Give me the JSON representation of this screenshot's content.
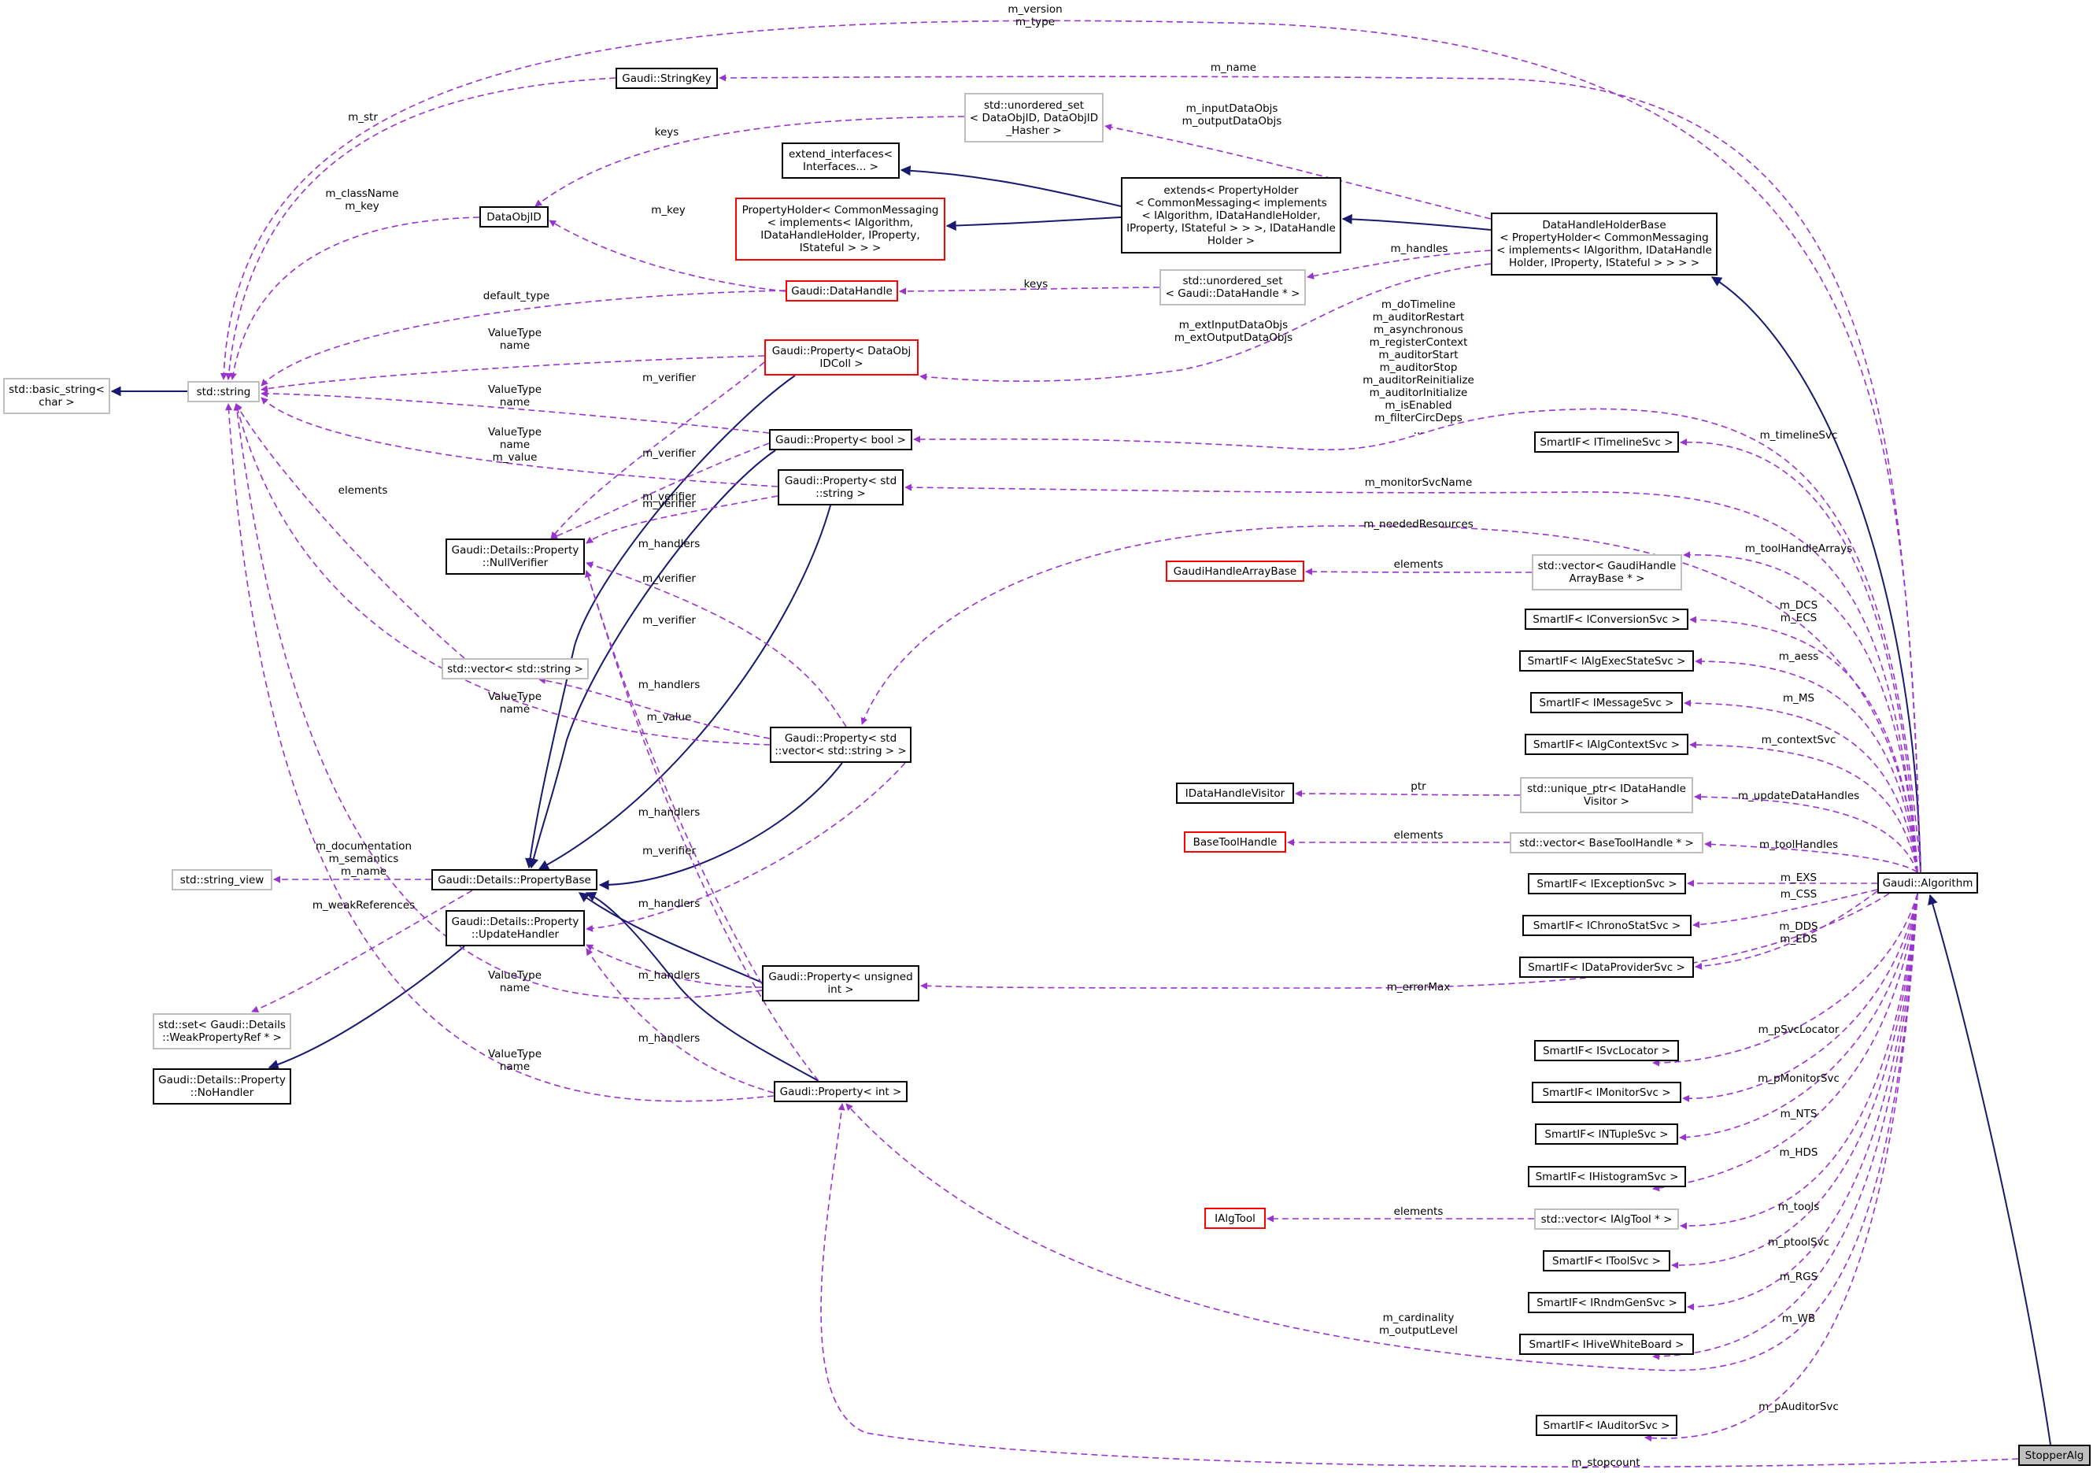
{
  "diagram": {
    "colors": {
      "usage_edge": "#9a32cd",
      "inheritance_edge": "#191970",
      "node_border": "#000000",
      "undocumented_border": "#bfbfbf",
      "hidden_members_border": "#ff0000",
      "current_node_fill": "#bfbfbf"
    },
    "nodes": {
      "stopper_alg": "StopperAlg",
      "gaudi_algorithm": "Gaudi::Algorithm",
      "data_handle_holder_base": "DataHandleHolderBase\n< PropertyHolder< CommonMessaging\n< implements< IAlgorithm, IDataHandle\nHolder, IProperty, IStateful > > > >",
      "extends_property_holder": "extends< PropertyHolder\n< CommonMessaging< implements\n< IAlgorithm, IDataHandleHolder,\nIProperty, IStateful > > >, IDataHandle\nHolder >",
      "extend_interfaces": "extend_interfaces<\nInterfaces... >",
      "property_holder": "PropertyHolder< CommonMessaging\n< implements< IAlgorithm,\nIDataHandleHolder, IProperty,\nIStateful > > >",
      "unordered_set_dataobjid": "std::unordered_set\n< DataObjID, DataObjID\n_Hasher >",
      "unordered_set_datahandle": "std::unordered_set\n< Gaudi::DataHandle * >",
      "string_key": "Gaudi::StringKey",
      "data_obj_id": "DataObjID",
      "data_handle": "Gaudi::DataHandle",
      "std_string": "std::string",
      "basic_string": "std::basic_string<\nchar >",
      "prop_dataobj_idcoll": "Gaudi::Property< DataObj\nIDColl >",
      "prop_bool": "Gaudi::Property< bool >",
      "prop_std_string": "Gaudi::Property< std\n::string >",
      "null_verifier": "Gaudi::Details::Property\n::NullVerifier",
      "vector_string": "std::vector< std::string >",
      "prop_vector_string": "Gaudi::Property< std\n::vector< std::string > >",
      "property_base": "Gaudi::Details::PropertyBase",
      "string_view": "std::string_view",
      "update_handler": "Gaudi::Details::Property\n::UpdateHandler",
      "set_weak_ref": "std::set< Gaudi::Details\n::WeakPropertyRef * >",
      "no_handler": "Gaudi::Details::Property\n::NoHandler",
      "prop_unsigned_int": "Gaudi::Property< unsigned\nint >",
      "prop_int": "Gaudi::Property< int >",
      "gaudi_handle_array_base": "GaudiHandleArrayBase",
      "vector_gaudi_handle_array": "std::vector< GaudiHandle\nArrayBase * >",
      "idatahandle_visitor": "IDataHandleVisitor",
      "unique_ptr_visitor": "std::unique_ptr< IDataHandle\nVisitor >",
      "base_tool_handle": "BaseToolHandle",
      "vector_base_tool_handle": "std::vector< BaseToolHandle * >",
      "ialg_tool": "IAlgTool",
      "vector_ialg_tool": "std::vector< IAlgTool * >",
      "smartif_timeline": "SmartIF< ITimelineSvc >",
      "smartif_conversion": "SmartIF< IConversionSvc >",
      "smartif_algexecstate": "SmartIF< IAlgExecStateSvc >",
      "smartif_message": "SmartIF< IMessageSvc >",
      "smartif_algcontext": "SmartIF< IAlgContextSvc >",
      "smartif_exception": "SmartIF< IExceptionSvc >",
      "smartif_chronostat": "SmartIF< IChronoStatSvc >",
      "smartif_dataprovider": "SmartIF< IDataProviderSvc >",
      "smartif_svclocator": "SmartIF< ISvcLocator >",
      "smartif_monitor": "SmartIF< IMonitorSvc >",
      "smartif_ntuple": "SmartIF< INTupleSvc >",
      "smartif_histogram": "SmartIF< IHistogramSvc >",
      "smartif_toolsvc": "SmartIF< IToolSvc >",
      "smartif_rndmgen": "SmartIF< IRndmGenSvc >",
      "smartif_hivewhiteboard": "SmartIF< IHiveWhiteBoard >",
      "smartif_auditor": "SmartIF< IAuditorSvc >"
    },
    "edge_labels": {
      "m_version_type": "m_version\nm_type",
      "m_name": "m_name",
      "m_str": "m_str",
      "keys_dataobj": "keys",
      "input_output_dataobjs": "m_inputDataObjs\nm_outputDataObjs",
      "classname_key": "m_className\nm_key",
      "m_key": "m_key",
      "m_handles": "m_handles",
      "keys_handle": "keys",
      "default_type": "default_type",
      "valuetype_name_1": "ValueType\nname",
      "m_verifier_1": "m_verifier",
      "ext_input_output": "m_extInputDataObjs\nm_extOutputDataObjs",
      "bool_members": "m_doTimeline\nm_auditorRestart\nm_asynchronous\nm_registerContext\nm_auditorStart\nm_auditorStop\nm_auditorReinitialize\nm_auditorInitialize\nm_isEnabled\nm_filterCircDeps\n...",
      "valuetype_name_2": "ValueType\nname",
      "m_verifier_2": "m_verifier",
      "valuetype_name_value": "ValueType\nname\nm_value",
      "m_verifier_3": "m_verifier",
      "m_timeline_svc": "m_timelineSvc",
      "elements_string": "elements",
      "m_verifier_4": "m_verifier",
      "m_monitor_svc_name": "m_monitorSvcName",
      "m_handlers_1": "m_handlers",
      "m_needed_resources": "m_neededResources",
      "m_verifier_5": "m_verifier",
      "m_tool_handle_arrays": "m_toolHandleArrays",
      "elements_handle_array": "elements",
      "m_verifier_6": "m_verifier",
      "dcs_ecs": "m_DCS\nm_ECS",
      "m_aess": "m_aess",
      "m_handlers_2": "m_handlers",
      "valuetype_name_3": "ValueType\nname",
      "m_value": "m_value",
      "m_ms": "m_MS",
      "m_context_svc": "m_contextSvc",
      "ptr": "ptr",
      "m_update_data_handles": "m_updateDataHandles",
      "m_handlers_3": "m_handlers",
      "m_verifier_7": "m_verifier",
      "elements_tool_handle": "elements",
      "m_tool_handles": "m_toolHandles",
      "doc_semantics_name": "m_documentation\nm_semantics\nm_name",
      "m_handlers_4": "m_handlers",
      "m_weak_references": "m_weakReferences",
      "m_exs": "m_EXS",
      "m_css": "m_CSS",
      "dds_eds": "m_DDS\nm_EDS",
      "valuetype_name_4": "ValueType\nname",
      "m_handlers_5": "m_handlers",
      "m_error_max": "m_errorMax",
      "m_handlers_6": "m_handlers",
      "valuetype_name_5": "ValueType\nname",
      "m_psvc_locator": "m_pSvcLocator",
      "m_pmonitor_svc": "m_pMonitorSvc",
      "m_nts": "m_NTS",
      "m_hds": "m_HDS",
      "elements_algtool": "elements",
      "m_tools": "m_tools",
      "m_ptool_svc": "m_ptoolSvc",
      "m_rgs": "m_RGS",
      "cardinality_output_level": "m_cardinality\nm_outputLevel",
      "m_wb": "m_WB",
      "m_pauditor_svc": "m_pAuditorSvc",
      "m_stopcount": "m_stopcount"
    }
  }
}
